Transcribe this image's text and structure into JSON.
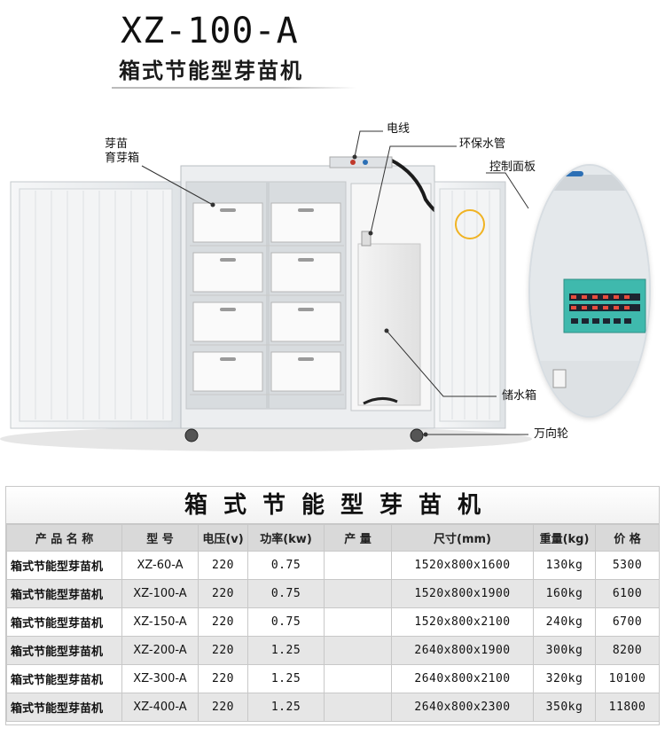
{
  "header": {
    "model": "XZ-100-A",
    "subtitle": "箱式节能型芽苗机"
  },
  "callouts": {
    "box_line1": "芽苗",
    "box_line2": "育芽箱",
    "wire": "电线",
    "pipe": "环保水管",
    "panel": "控制面板",
    "tank": "储水箱",
    "wheel": "万向轮"
  },
  "table": {
    "title": "箱式节能型芽苗机",
    "headers": [
      "产 品 名 称",
      "型 号",
      "电压(v)",
      "功率(kw)",
      "产 量",
      "尺寸(mm)",
      "重量(kg)",
      "价 格"
    ],
    "rows": [
      [
        "箱式节能型芽苗机",
        "XZ-60-A",
        "220",
        "0.75",
        "",
        "1520x800x1600",
        "130kg",
        "5300"
      ],
      [
        "箱式节能型芽苗机",
        "XZ-100-A",
        "220",
        "0.75",
        "",
        "1520x800x1900",
        "160kg",
        "6100"
      ],
      [
        "箱式节能型芽苗机",
        "XZ-150-A",
        "220",
        "0.75",
        "",
        "1520x800x2100",
        "240kg",
        "6700"
      ],
      [
        "箱式节能型芽苗机",
        "XZ-200-A",
        "220",
        "1.25",
        "",
        "2640x800x1900",
        "300kg",
        "8200"
      ],
      [
        "箱式节能型芽苗机",
        "XZ-300-A",
        "220",
        "1.25",
        "",
        "2640x800x2100",
        "320kg",
        "10100"
      ],
      [
        "箱式节能型芽苗机",
        "XZ-400-A",
        "220",
        "1.25",
        "",
        "2640x800x2300",
        "350kg",
        "11800"
      ]
    ]
  },
  "colors": {
    "panel_teal": "#3fb9ad",
    "cabinet": "#eef0f2",
    "header_gray": "#d9d9d9",
    "row_alt": "#e6e6e6"
  }
}
